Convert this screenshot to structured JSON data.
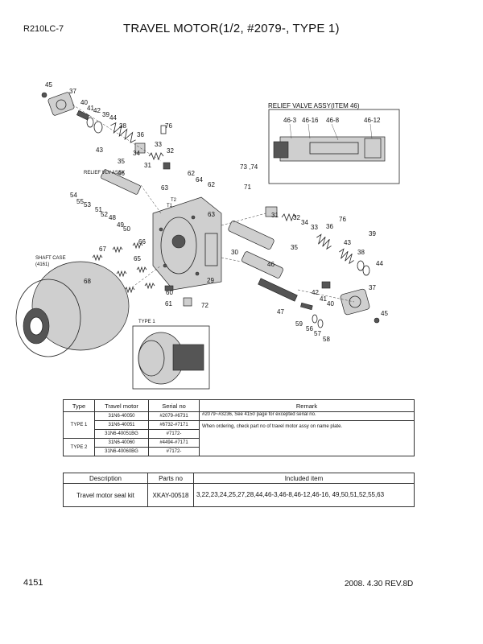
{
  "header": {
    "model": "R210LC-7",
    "title": "TRAVEL MOTOR(1/2, #2079-, TYPE 1)"
  },
  "diagram": {
    "relief_valve_box_title": "RELIEF VALVE ASSY(ITEM 46)",
    "relief_valve_labels": [
      "46-3",
      "46-16",
      "46-8",
      "46-12"
    ],
    "relief_vlv_assy_label": "RELIEF VLV ASSY",
    "shaft_case_label": "SHAFT CASE",
    "shaft_case_part": "(4161)",
    "type1_label": "TYPE 1",
    "callouts": [
      "45",
      "37",
      "40",
      "41",
      "42",
      "39",
      "44",
      "38",
      "36",
      "76",
      "43",
      "33",
      "35",
      "34",
      "31",
      "32",
      "73 ,74",
      "62",
      "64",
      "63",
      "46",
      "54",
      "55",
      "53",
      "51",
      "52",
      "48",
      "49",
      "50",
      "71",
      "62",
      "63",
      "31",
      "32",
      "34",
      "33",
      "76",
      "36",
      "38",
      "43",
      "39",
      "44",
      "35",
      "30",
      "46",
      "66",
      "67",
      "68",
      "65",
      "29",
      "60",
      "61",
      "72",
      "42",
      "41",
      "40",
      "37",
      "45",
      "47",
      "59",
      "56",
      "57",
      "58",
      "T2",
      "T1"
    ]
  },
  "table1": {
    "headers": [
      "Type",
      "Travel motor",
      "Serial no",
      "Remark"
    ],
    "rows": [
      {
        "type": "TYPE 1",
        "motor": "31N6-40050",
        "serial": "#2079-#6731"
      },
      {
        "type": "",
        "motor": "31N6-40051",
        "serial": "#6732-#7171"
      },
      {
        "type": "",
        "motor": "31N6-40051BG",
        "serial": "#7172-"
      },
      {
        "type": "TYPE 2",
        "motor": "31N6-40060",
        "serial": "#4494-#7171"
      },
      {
        "type": "",
        "motor": "31N6-40060BG",
        "serial": "#7172-"
      }
    ],
    "remark1": "#2079~#3236, See 4150 page for excepted serial no.",
    "remark2": "When ordering, check part no of travel motor assy on name plate."
  },
  "table2": {
    "headers": [
      "Description",
      "Parts no",
      "Included item"
    ],
    "row": {
      "description": "Travel motor seal kit",
      "parts_no": "XKAY-00518",
      "included": "3,22,23,24,25,27,28,44,46-3,46-8,46-12,46-16, 49,50,51,52,55,63"
    }
  },
  "footer": {
    "page": "4151",
    "revision": "2008. 4.30  REV.8D"
  }
}
